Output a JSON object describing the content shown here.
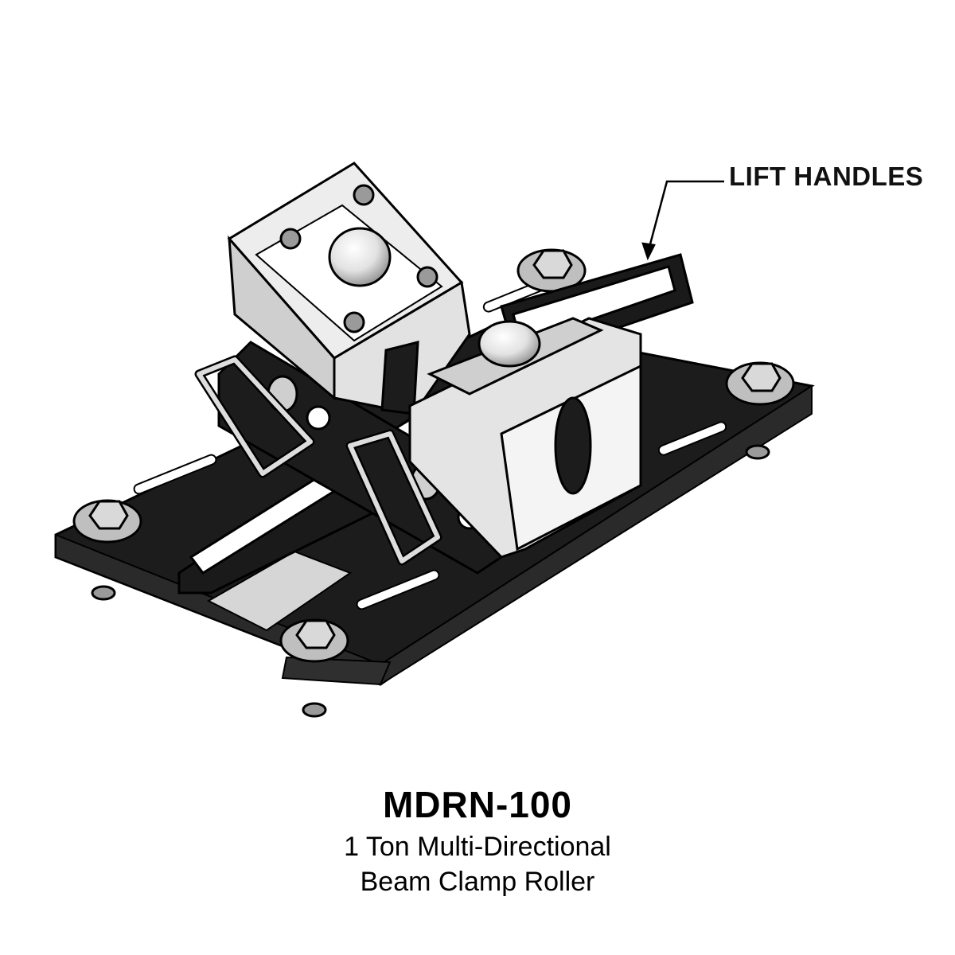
{
  "callout": {
    "label": "LIFT HANDLES"
  },
  "product": {
    "model": "MDRN-100",
    "description_line1": "1 Ton Multi-Directional",
    "description_line2": "Beam Clamp Roller"
  },
  "colors": {
    "plate": "#1c1c1c",
    "metal": "#e6e6e6",
    "metal_shade": "#bdbdbd",
    "outline": "#000000"
  }
}
